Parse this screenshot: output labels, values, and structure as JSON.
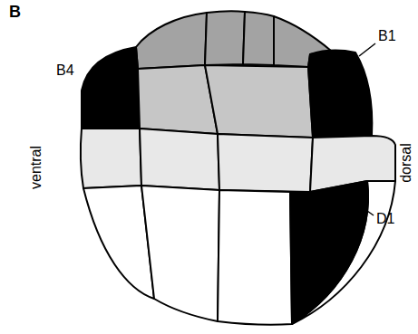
{
  "diagram": {
    "labels": [
      "B",
      "B4",
      "B1",
      "ventral",
      "dorsal",
      "D1"
    ]
  }
}
